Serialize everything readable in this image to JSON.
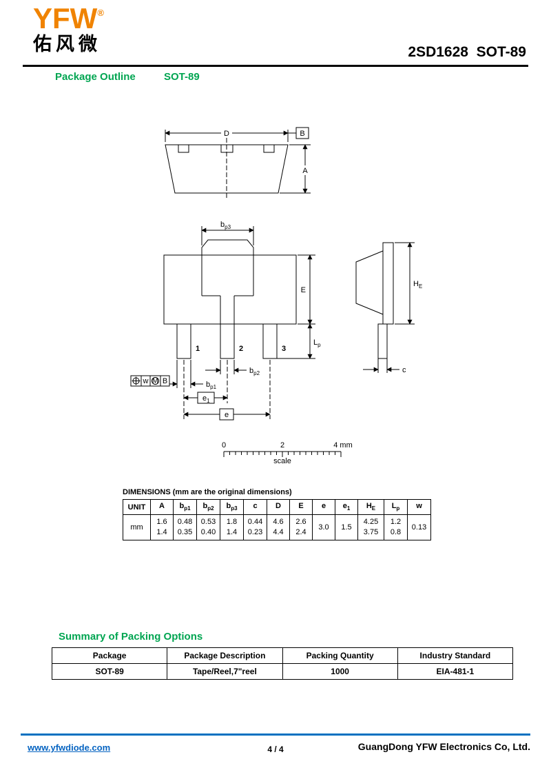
{
  "header": {
    "logo_text": "YFW",
    "logo_reg": "®",
    "logo_cn": "佑风微",
    "doc_title": "2SD1628  SOT-89"
  },
  "package_outline": {
    "heading": "Package Outline",
    "package_name": "SOT-89"
  },
  "drawing": {
    "labels": {
      "D": "D",
      "B_datum": "B",
      "A": "A",
      "bp3_base": "b",
      "bp3_sub": "p3",
      "E": "E",
      "Lp_base": "L",
      "Lp_sub": "p",
      "pin1": "1",
      "pin2": "2",
      "pin3": "3",
      "bp2_base": "b",
      "bp2_sub": "p2",
      "bp1_base": "b",
      "bp1_sub": "p1",
      "e1_base": "e",
      "e1_sub": "1",
      "e": "e",
      "HE_base": "H",
      "HE_sub": "E",
      "c": "c",
      "fcf_w": "w",
      "fcf_m": "M",
      "fcf_b": "B"
    },
    "scale": {
      "t0": "0",
      "t2": "2",
      "t4": "4 mm",
      "label": "scale"
    }
  },
  "dimensions_table": {
    "caption_bold": "DIMENSIONS",
    "caption_note": " (mm are the original dimensions)",
    "unit_header": "UNIT",
    "unit_value": "mm",
    "columns": [
      {
        "base": "A",
        "sub": "",
        "max": "1.6",
        "min": "1.4"
      },
      {
        "base": "b",
        "sub": "p1",
        "max": "0.48",
        "min": "0.35"
      },
      {
        "base": "b",
        "sub": "p2",
        "max": "0.53",
        "min": "0.40"
      },
      {
        "base": "b",
        "sub": "p3",
        "max": "1.8",
        "min": "1.4"
      },
      {
        "base": "c",
        "sub": "",
        "max": "0.44",
        "min": "0.23"
      },
      {
        "base": "D",
        "sub": "",
        "max": "4.6",
        "min": "4.4"
      },
      {
        "base": "E",
        "sub": "",
        "max": "2.6",
        "min": "2.4"
      },
      {
        "base": "e",
        "sub": "",
        "max": "3.0",
        "min": ""
      },
      {
        "base": "e",
        "sub": "1",
        "max": "1.5",
        "min": ""
      },
      {
        "base": "H",
        "sub": "E",
        "max": "4.25",
        "min": "3.75"
      },
      {
        "base": "L",
        "sub": "p",
        "max": "1.2",
        "min": "0.8"
      },
      {
        "base": "w",
        "sub": "",
        "max": "0.13",
        "min": ""
      }
    ]
  },
  "packing": {
    "heading": "Summary of Packing Options",
    "headers": [
      "Package",
      "Package Description",
      "Packing Quantity",
      "Industry Standard"
    ],
    "row": [
      "SOT-89",
      "Tape/Reel,7\"reel",
      "1000",
      "EIA-481-1"
    ]
  },
  "footer": {
    "website": "www.yfwdiode.com",
    "page": "4 / 4",
    "company": "GuangDong YFW Electronics Co, Ltd."
  },
  "colors": {
    "accent_green": "#00A551",
    "logo_orange": "#F08300",
    "footer_blue": "#0070C0",
    "link_blue": "#0563C1"
  }
}
